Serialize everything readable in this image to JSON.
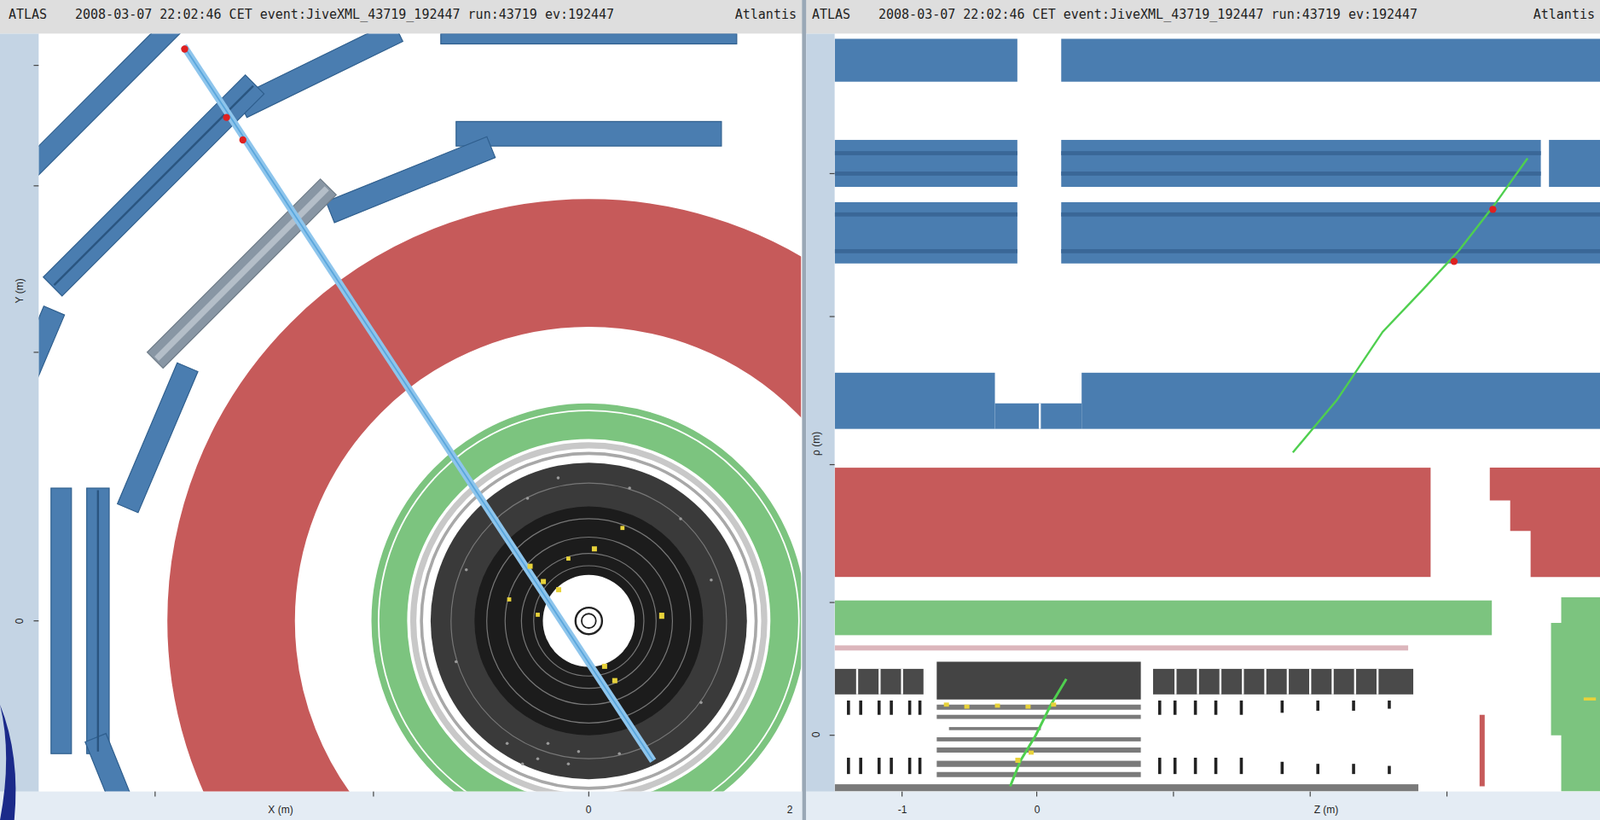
{
  "diagram": {
    "labels": [
      "ATLAS",
      "2008-03-07 22:02:46 CET event:JiveXML_43719_192447 run:43719 ev:192447",
      "Atlantis",
      "ATLAS",
      "2008-03-07 22:02:46 CET event:JiveXML_43719_192447 run:43719 ev:192447",
      "Atlantis",
      "X (m)",
      "0",
      "2",
      "Y (m)",
      "0",
      "ρ (m)",
      "0",
      "Z (m)",
      "-1",
      "0"
    ]
  }
}
